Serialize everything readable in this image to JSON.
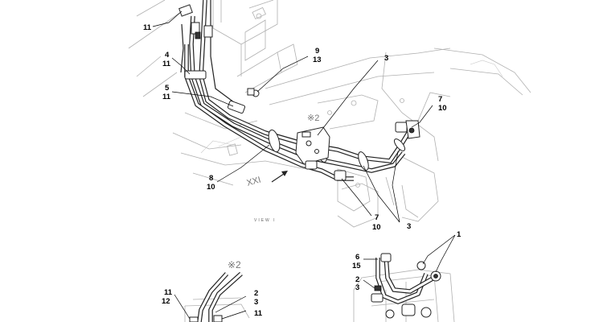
{
  "callouts": {
    "c11_top": "11",
    "c4": "4",
    "c11_a": "11",
    "c5": "5",
    "c11_b": "11",
    "c9": "9",
    "c13": "13",
    "c3_top": "3",
    "c7_right": "7",
    "c10_right": "10",
    "c8": "8",
    "c10_left": "10",
    "c7_mid": "7",
    "c10_mid": "10",
    "c3_mid": "3",
    "c1": "1",
    "c6": "6",
    "c15": "15",
    "c2_br": "2",
    "c3_br": "3",
    "c11_bl": "11",
    "c12_bl": "12",
    "c2_bl": "2",
    "c3_bl": "3",
    "c11_bl2": "11"
  },
  "annotations": {
    "view_arrow_label": "XXI",
    "view_caption": "VIEW I",
    "mark_top": "※2",
    "mark_bottom": "※2"
  },
  "colors": {
    "ink": "#000000",
    "frame": "#b0b0b0",
    "background": "#ffffff"
  }
}
